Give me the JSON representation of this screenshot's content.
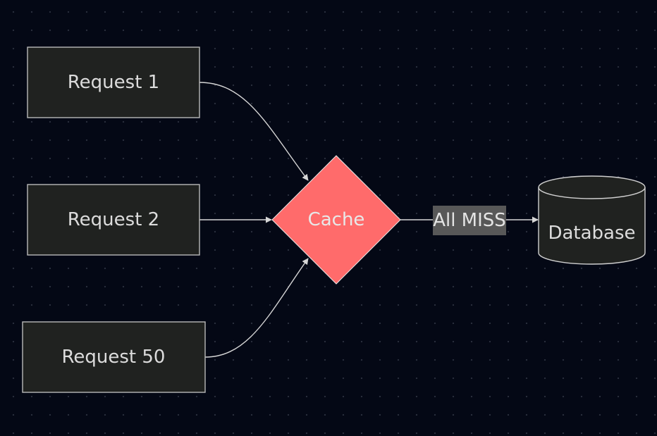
{
  "diagram": {
    "nodes": {
      "request_1": {
        "label": "Request 1"
      },
      "request_2": {
        "label": "Request 2"
      },
      "request_50": {
        "label": "Request 50"
      },
      "cache": {
        "label": "Cache"
      },
      "database": {
        "label": "Database"
      }
    },
    "edges": {
      "cache_to_database": {
        "label": "All MISS"
      }
    }
  },
  "colors": {
    "background": "#040815",
    "node_fill": "#202220",
    "cache_fill": "#ff6b6b",
    "edge_label_bg": "#585858"
  }
}
